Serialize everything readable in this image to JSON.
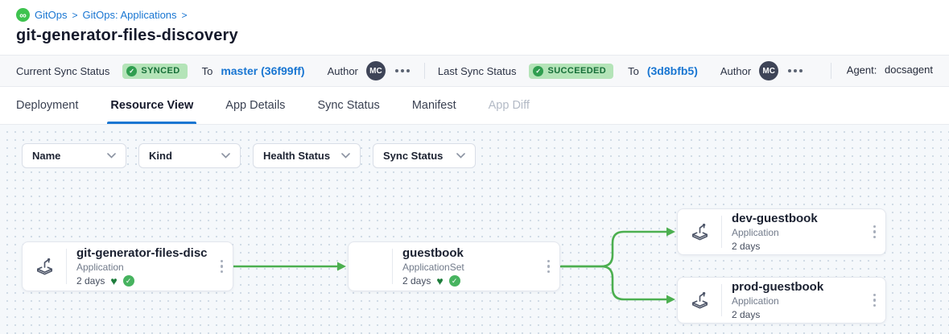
{
  "breadcrumb": {
    "separator": ">",
    "items": [
      {
        "label": "GitOps"
      },
      {
        "label": "GitOps: Applications"
      }
    ]
  },
  "page_title": "git-generator-files-discovery",
  "status_bar": {
    "current": {
      "label": "Current Sync Status",
      "status": "SYNCED",
      "to": "To",
      "revision": "master (36f99ff)",
      "author_label": "Author",
      "author_initials": "MC"
    },
    "last": {
      "label": "Last Sync Status",
      "status": "SUCCEEDED",
      "to": "To",
      "revision": "(3d8bfb5)",
      "author_label": "Author",
      "author_initials": "MC"
    },
    "agent_label": "Agent:",
    "agent_value": "docsagent"
  },
  "tabs": [
    {
      "label": "Deployment",
      "state": "normal"
    },
    {
      "label": "Resource View",
      "state": "active"
    },
    {
      "label": "App Details",
      "state": "normal"
    },
    {
      "label": "Sync Status",
      "state": "normal"
    },
    {
      "label": "Manifest",
      "state": "normal"
    },
    {
      "label": "App Diff",
      "state": "disabled"
    }
  ],
  "filters": [
    {
      "label": "Name"
    },
    {
      "label": "Kind"
    },
    {
      "label": "Health Status"
    },
    {
      "label": "Sync Status"
    }
  ],
  "graph": {
    "edge_color": "#4caf50",
    "nodes": [
      {
        "title": "git-generator-files-disco...",
        "kind": "Application",
        "age": "2 days",
        "healthy": true,
        "synced": true
      },
      {
        "title": "guestbook",
        "kind": "ApplicationSet",
        "age": "2 days",
        "healthy": true,
        "synced": true
      },
      {
        "title": "dev-guestbook",
        "kind": "Application",
        "age": "2 days",
        "healthy": false,
        "synced": false
      },
      {
        "title": "prod-guestbook",
        "kind": "Application",
        "age": "2 days",
        "healthy": false,
        "synced": false
      }
    ]
  },
  "icons": {
    "infinity_glyph": "∞",
    "heart_glyph": "♥",
    "check_glyph": "✓"
  },
  "colors": {
    "accent_blue": "#1976d2",
    "edge_green": "#4caf50",
    "pill_bg": "#b4e4b8",
    "pill_text": "#166e38",
    "heart_green": "#1d7c3b"
  }
}
